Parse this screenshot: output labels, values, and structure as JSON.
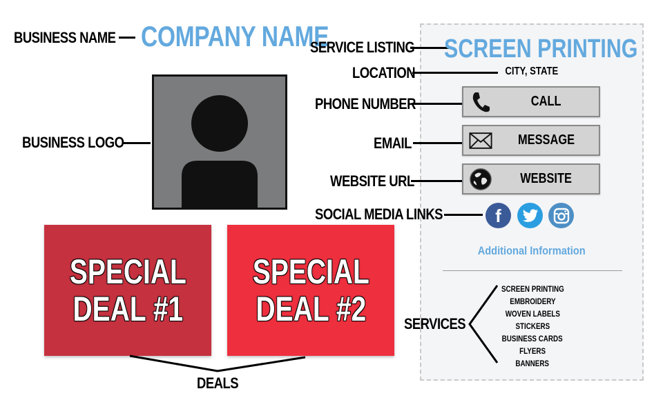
{
  "annotations": {
    "business_name": "BUSINESS NAME",
    "business_logo": "BUSINESS LOGO",
    "service_listing": "SERVICE LISTING",
    "location": "LOCATION",
    "phone_number": "PHONE NUMBER",
    "email": "EMAIL",
    "website_url": "WEBSITE URL",
    "social_media_links": "SOCIAL MEDIA LINKS",
    "services": "SERVICES",
    "deals": "DEALS"
  },
  "company_name": "COMPANY NAME",
  "logo_icon": "person-silhouette-icon",
  "deals": [
    {
      "line1": "SPECIAL",
      "line2": "DEAL #1",
      "color": "#c5313f"
    },
    {
      "line1": "SPECIAL",
      "line2": "DEAL #2",
      "color": "#ee2f3e"
    }
  ],
  "panel": {
    "service_title": "SCREEN PRINTING",
    "location": "CITY, STATE",
    "buttons": [
      {
        "label": "CALL",
        "icon": "phone-icon"
      },
      {
        "label": "MESSAGE",
        "icon": "envelope-icon"
      },
      {
        "label": "WEBSITE",
        "icon": "globe-icon"
      }
    ],
    "social": [
      {
        "name": "facebook",
        "icon": "facebook-icon",
        "glyph": "f",
        "color": "#3b5a98"
      },
      {
        "name": "twitter",
        "icon": "twitter-icon",
        "color": "#2a9ee0"
      },
      {
        "name": "instagram",
        "icon": "instagram-icon",
        "color": "#4d8fc5"
      }
    ],
    "additional_info": "Additional Information",
    "services": [
      "SCREEN PRINTING",
      "EMBROIDERY",
      "WOVEN LABELS",
      "STICKERS",
      "BUSINESS CARDS",
      "FLYERS",
      "BANNERS"
    ]
  },
  "colors": {
    "accent_blue": "#63a9de",
    "panel_bg": "#f4f5f7",
    "button_bg": "#d3d3d3",
    "logo_bg": "#7b7c7e"
  }
}
